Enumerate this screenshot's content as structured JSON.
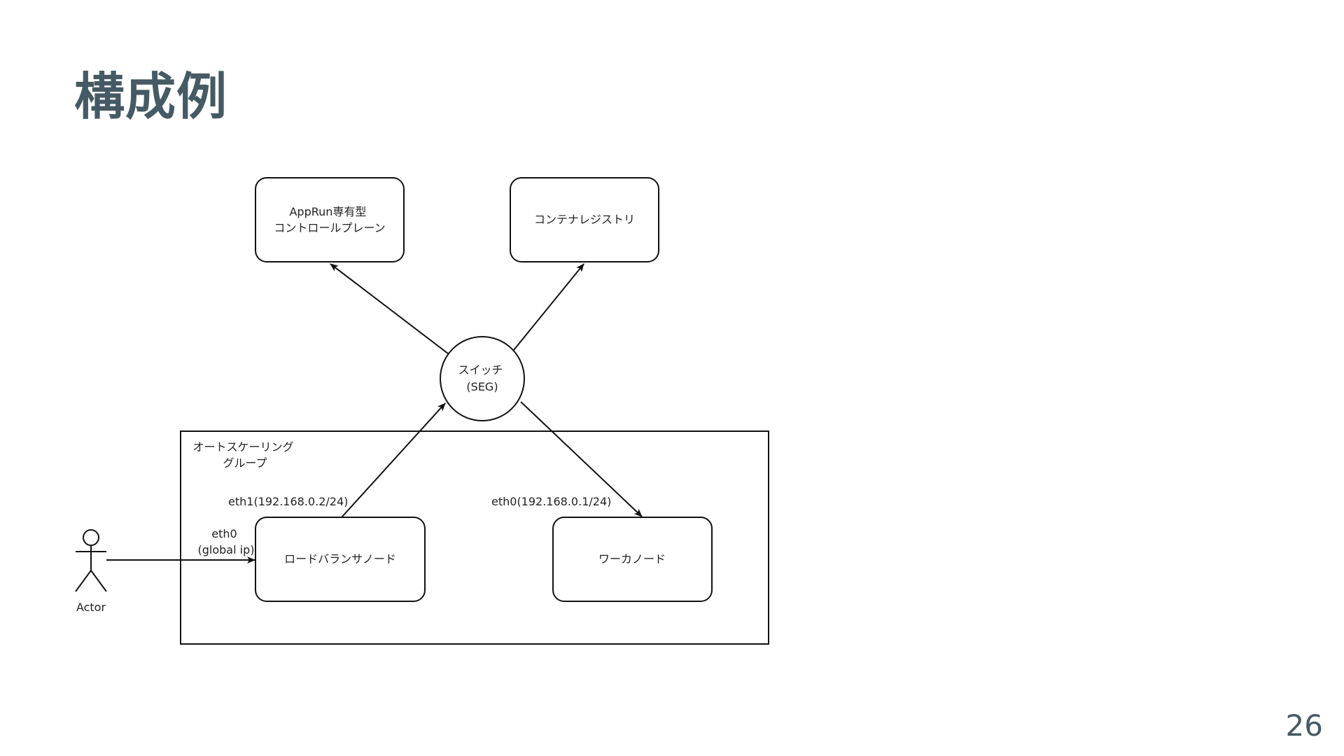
{
  "slide": {
    "title": "構成例",
    "page_number": "26"
  },
  "diagram": {
    "nodes": {
      "control_plane": {
        "lines": [
          "AppRun専有型",
          "コントロールプレーン"
        ]
      },
      "registry": {
        "lines": [
          "コンテナレジストリ"
        ]
      },
      "switch": {
        "lines": [
          "スイッチ",
          "(SEG)"
        ]
      },
      "autoscaling_group": {
        "lines": [
          "オートスケーリング",
          "グループ"
        ]
      },
      "load_balancer": {
        "lines": [
          "ロードバランサノード"
        ]
      },
      "worker": {
        "lines": [
          "ワーカノード"
        ]
      },
      "actor": {
        "label": "Actor"
      }
    },
    "edge_labels": {
      "lb_eth1": "eth1(192.168.0.2/24)",
      "worker_eth0": "eth0(192.168.0.1/24)",
      "lb_eth0": [
        "eth0",
        "(global ip)"
      ]
    }
  }
}
